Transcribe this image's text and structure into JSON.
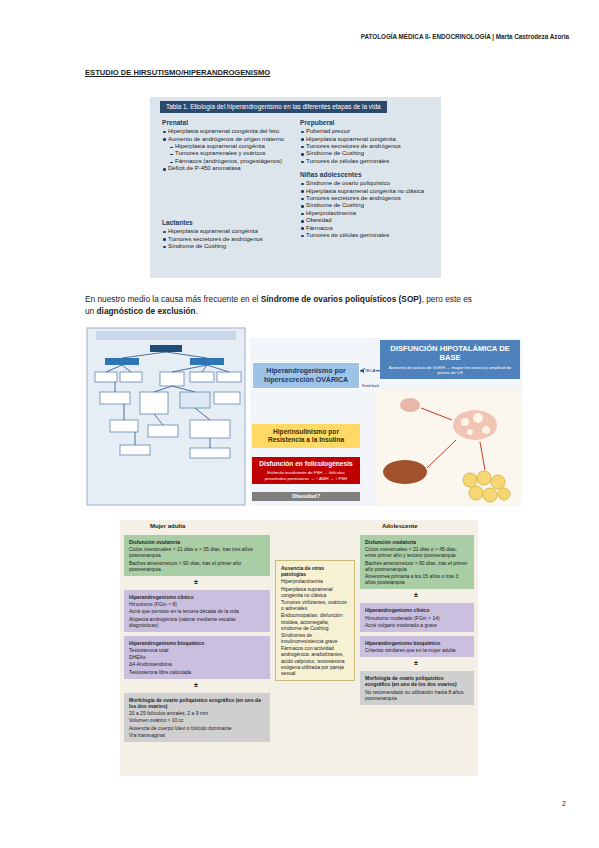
{
  "diagram": {
    "nodes": [
      {
        "text": [
          "Tabla 1. Etiología del hiperandrogenismo en las diferentes etapas de la vida"
        ]
      },
      {
        "text": [
          "Prenatal",
          "Hiperplasia suprarrenal congénita del feto",
          "Aumento de andrógenos de origen materno",
          "Hiperplasia suprarrenal congénita",
          "Tumores suprarrenales y ováricos",
          "Fármacos (andrógenos, progestágenos)",
          "Déficit de P-450 aromatasa"
        ],
        "in": 0
      },
      {
        "text": [
          "Lactantes",
          "Hiperplasia suprarrenal congénita",
          "Tumores secretores de andrógenos",
          "Síndrome de Cushing"
        ],
        "in": 0
      },
      {
        "text": [
          "Prepuberal",
          "Pubertad precoz",
          "Hiperplasia suprarrenal congénita",
          "Tumores secretores de andrógenos",
          "Síndrome de Cushing",
          "Tumores de células germinales"
        ],
        "in": 0
      },
      {
        "text": [
          "Niñas adolescentes",
          "Síndrome de ovario poliquístico",
          "Hiperplasia suprarrenal congénita no clásica",
          "Tumores secretores de andrógenos",
          "Síndrome de Cushing",
          "Hiperprolactinemia",
          "Obesidad",
          "Fármacos",
          "Tumores de células germinales"
        ],
        "in": 0
      },
      {
        "text": [
          "Hiperandrogenismo por hipersecreción OVÁRICA"
        ]
      },
      {
        "text": [
          "DISFUNCIÓN HIPOTALÁMICA DE BASE",
          "Aumento de pulsos de GnRH → mayor frecuencia y amplitud de pulsos de LH"
        ]
      },
      {
        "text": [
          "Hiperinsulinismo por Resistencia a la Insulina"
        ]
      },
      {
        "text": [
          "Disfunción en foliculogénesis",
          "Estímulo insuficiente de FSH → folículos preantrales prematuros → ↑ AMH → ↓ FSH"
        ]
      },
      {
        "text": [
          "Obesidad?"
        ]
      },
      {
        "text": [
          "Mujer adulta",
          "Adolescente",
          "±",
          "±",
          "±",
          "±"
        ]
      },
      {
        "text": [
          "Disfunción ovulatoria",
          "Ciclos menstruales < 21 días o > 35 días, tras tres años posmenarquia",
          "Baches amenorreicos > 90 días, tras el primer año posmenarquia"
        ],
        "in": 10
      },
      {
        "text": [
          "Hiperandrogenismo clínico",
          "Hirsutismo (FGm > 8)",
          "Acné que persiste en la tercera década de la vida",
          "Alopecia androgénica (valorar mediante escalas diagnósticas)"
        ],
        "in": 10
      },
      {
        "text": [
          "Hiperandrogenismo bioquímico",
          "Testosterona total",
          "DHEAs",
          "Δ4-Androstendiona",
          "Testosterona libre calculada"
        ],
        "in": 10
      },
      {
        "text": [
          "Morfología de ovario poliquístico ecográfico (en uno de los dos ovarios)",
          "20 a 25 folículos antrales, 2 a 9 mm",
          "Volumen ovárico > 10 cc",
          "Ausencia de cuerpo lúteo o folículo dominante",
          "Vía transvaginal"
        ],
        "in": 10
      },
      {
        "text": [
          "Ausencia de otras patologías",
          "Hiperprolactinemia",
          "Hiperplasia suprarrenal congénita no clásica",
          "Tumores virilizantes, ováricos o adrenales",
          "Endocrinopatías: disfunción tiroidea, acromegalia, síndrome de Cushing",
          "Síndromes de insulinorresistencia grave",
          "Fármacos con actividad androgénica: anabolizantes, ácido valproico, testosterona exógena utilizada por pareja sexual"
        ],
        "in": 10
      },
      {
        "text": [
          "Disfunción ovulatoria",
          "Ciclos menstruales < 21 días o > 45 días, entre primer año y tercero posmenarquia",
          "Baches amenorreicos > 90 días, tras el primer año posmenarquia",
          "Amenorrea primaria a los 15 años o tras 3 años postelarquia"
        ],
        "in": 10
      },
      {
        "text": [
          "Hiperandrogenismo clínico",
          "Hirsutismo moderado (FGm > 14)",
          "Acné vulgaris moderado a grave"
        ],
        "in": 10
      },
      {
        "text": [
          "Hiperandrogenismo bioquímico",
          "Criterios similares que en la mujer adulta"
        ],
        "in": 10
      },
      {
        "text": [
          "Morfología de ovario poliquístico ecográfico (en uno de los dos ovarios)",
          "No recomendado su utilización hasta 8 años posmenarquia"
        ],
        "in": 10
      }
    ],
    "edges": [
      {
        "from": 6,
        "to": 5,
        "arrow": "to",
        "label": "TECA"
      }
    ],
    "labels": [
      "PATOLOGÍA MÉDICA II- ENDOCRINOLOGÍA | Marta Castrodeza Azoria",
      "ESTUDIO DE HIRSUTISMO/HIPERANDROGENISMO",
      "En nuestro medio la causa más frecuente en el",
      "Síndrome de ovarios poliquísticos (SOP)",
      ", pero este es un",
      "diagnóstico de exclusión",
      ".",
      "Feed-back",
      "2"
    ]
  }
}
